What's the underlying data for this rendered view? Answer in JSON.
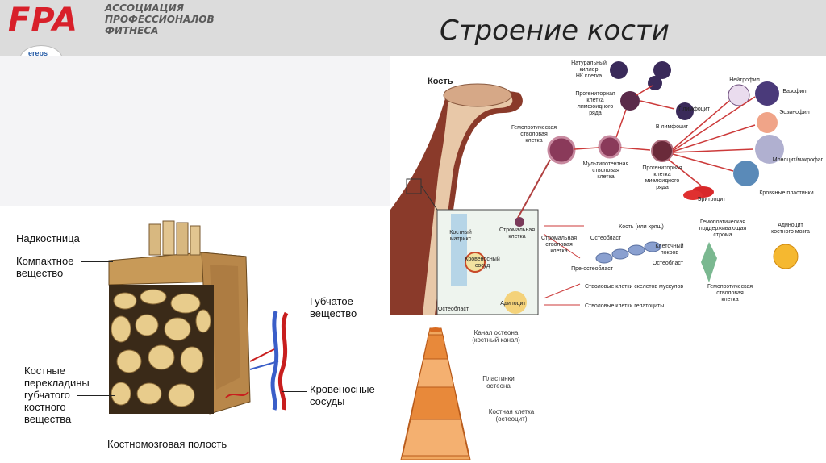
{
  "header": {
    "logo": "FPA",
    "association": [
      "АССОЦИАЦИЯ",
      "ПРОФЕССИОНАЛОВ",
      "ФИТНЕСА"
    ],
    "title": "Строение кости",
    "badge": "ereps"
  },
  "left_diagram": {
    "labels": {
      "periosteum": "Надкостница",
      "compact_1": "Компактное",
      "compact_2": "вещество",
      "spongy_1": "Губчатое",
      "spongy_2": "вещество",
      "trabeculae_1": "Костные",
      "trabeculae_2": "перекладины",
      "trabeculae_3": "губчатого",
      "trabeculae_4": "костного",
      "trabeculae_5": "вещества",
      "vessels_1": "Кровеносные",
      "vessels_2": "сосуды",
      "marrow": "Костномозговая полость"
    }
  },
  "right_diagram": {
    "bone": "Кость",
    "hsc": [
      "Гемопоэтическая",
      "стволовая",
      "клетка"
    ],
    "nk": [
      "Натуральный",
      "киллер",
      "НК клетка"
    ],
    "t_lymph": "Т лимфоцит",
    "b_lymph": "В лимфоцит",
    "lymph_prog": [
      "Прогениторная",
      "клетка",
      "лимфоидного",
      "ряда"
    ],
    "mpp": [
      "Мультипотентная",
      "стволовая",
      "клетка"
    ],
    "myeloid_prog": [
      "Прогениторная",
      "клетка",
      "миелоидного",
      "ряда"
    ],
    "neutrophil": "Нейтрофил",
    "basophil": "Базофил",
    "eosinophil": "Эозинофил",
    "monocyte": "Моноцит/макрофаг",
    "erythrocyte": "Эритроцит",
    "platelets": "Кровяные пластинки",
    "bone_matrix": [
      "Костный",
      "матрикс"
    ],
    "stromal_cell_in": [
      "Стромальная",
      "клетка"
    ],
    "vessel": [
      "Кровеносный",
      "сосуд"
    ],
    "osteoblast_in": "Остеобласт",
    "adipocyte_in": "Адипоцит",
    "stromal_cell": [
      "Стромальная",
      "стволовая",
      "клетка"
    ],
    "bone_lining": "Кость (или хрящ)",
    "osteoblast": "Остеобласт",
    "lining": [
      "Клеточный",
      "покров"
    ],
    "osteocyte": "Остеобласт",
    "preosteoblast": "Пре-остеобласт",
    "hsc_support": [
      "Гемопоэтическая",
      "поддерживающая",
      "строма"
    ],
    "marrow_adipocyte": [
      "Адиноцит",
      "костного мозга"
    ],
    "hsc2": [
      "Гемопоэтическая",
      "стволовая",
      "клетка"
    ],
    "muscle_sc": "Стволовые клетки скелетов мускулов",
    "hepato_sc": "Стволовые клетки гепатоциты",
    "osteon_canal": [
      "Канал остеона",
      "(костный канал)"
    ],
    "osteon_plates": [
      "Пластинки",
      "остеона"
    ],
    "bone_cell": [
      "Костная клетка",
      "(остеоцит)"
    ]
  },
  "colors": {
    "accent_red": "#d8202a",
    "header_gray": "#dcdcdc",
    "bone_tan": "#c8a060",
    "osteon_orange": "#e8893a"
  }
}
